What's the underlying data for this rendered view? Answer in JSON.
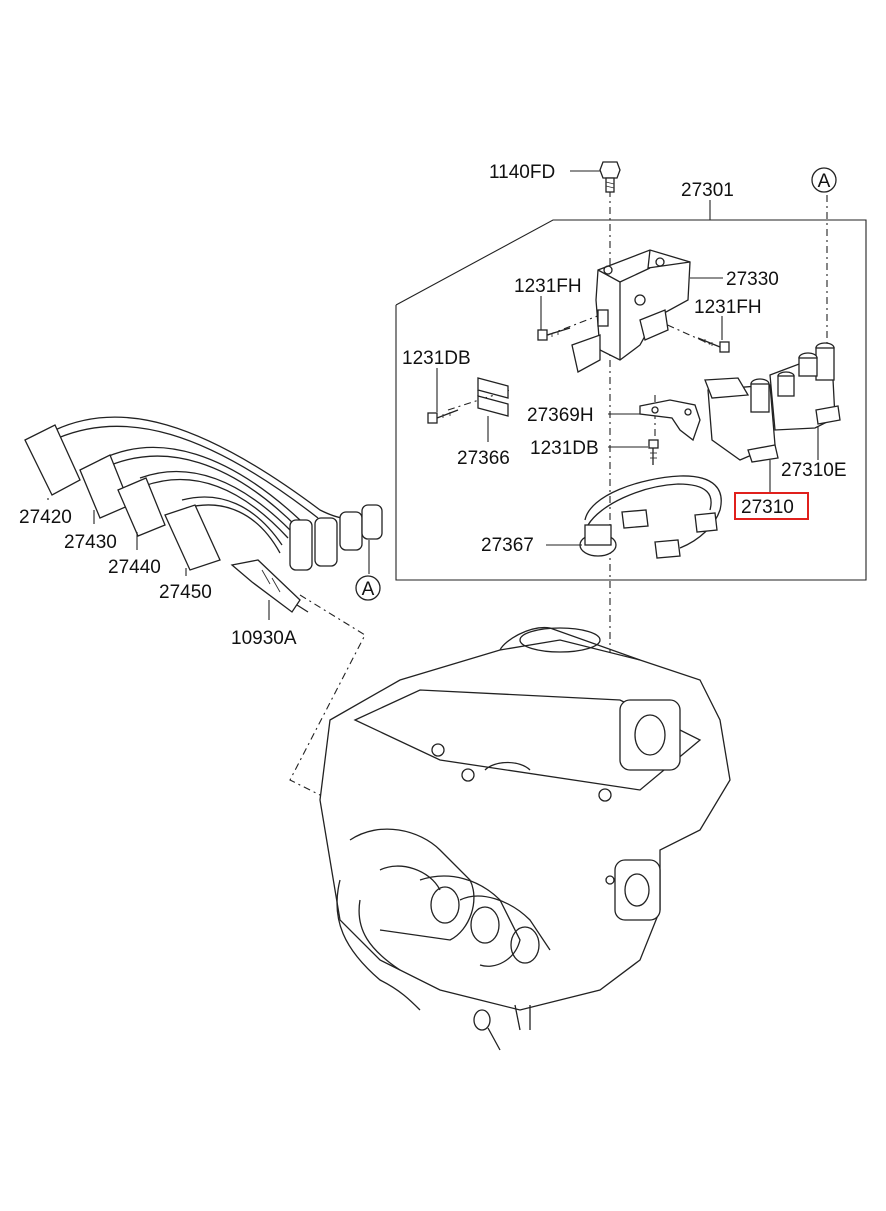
{
  "labels": {
    "p1140FD": "1140FD",
    "p27301": "27301",
    "pA_top": "A",
    "p27330": "27330",
    "p1231FH_left": "1231FH",
    "p1231FH_right": "1231FH",
    "p1231DB_top": "1231DB",
    "p27369H": "27369H",
    "p1231DB_mid": "1231DB",
    "p27366": "27366",
    "p27310E": "27310E",
    "p27310": "27310",
    "p27367": "27367",
    "p27420": "27420",
    "p27430": "27430",
    "p27440": "27440",
    "p27450": "27450",
    "pA_bottom": "A",
    "p10930A": "10930A"
  },
  "highlight": {
    "part": "27310",
    "color": "#e0201c"
  }
}
